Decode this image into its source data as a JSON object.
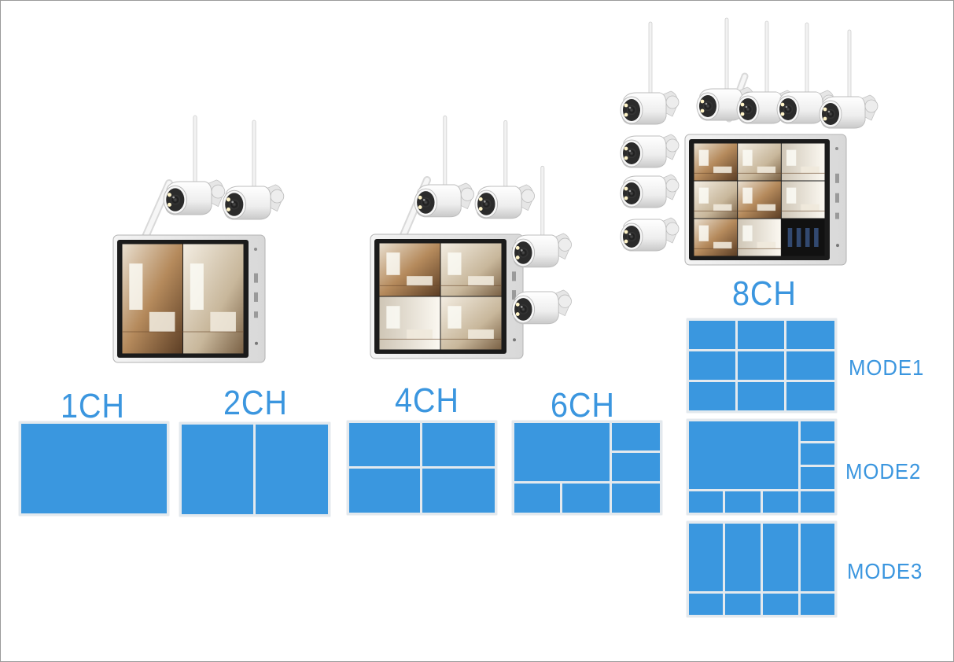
{
  "colors": {
    "accent": "#3a97df",
    "cell_gap": "#e3e9ee",
    "background": "#ffffff",
    "frame": "#9a9a9a"
  },
  "labels": {
    "ch1": "1CH",
    "ch2": "2CH",
    "ch4": "4CH",
    "ch6": "6CH",
    "ch8": "8CH",
    "mode1": "MODE1",
    "mode2": "MODE2",
    "mode3": "MODE3"
  },
  "products": [
    {
      "kit": "2-camera-kit",
      "cameras": 2,
      "screen_panes": 2
    },
    {
      "kit": "4-camera-kit",
      "cameras": 4,
      "screen_panes": 4
    },
    {
      "kit": "8-camera-kit",
      "cameras": 8,
      "screen_panes": 9
    }
  ],
  "layouts": [
    "1CH",
    "2CH",
    "4CH",
    "6CH",
    "8CH MODE1",
    "8CH MODE2",
    "8CH MODE3"
  ]
}
